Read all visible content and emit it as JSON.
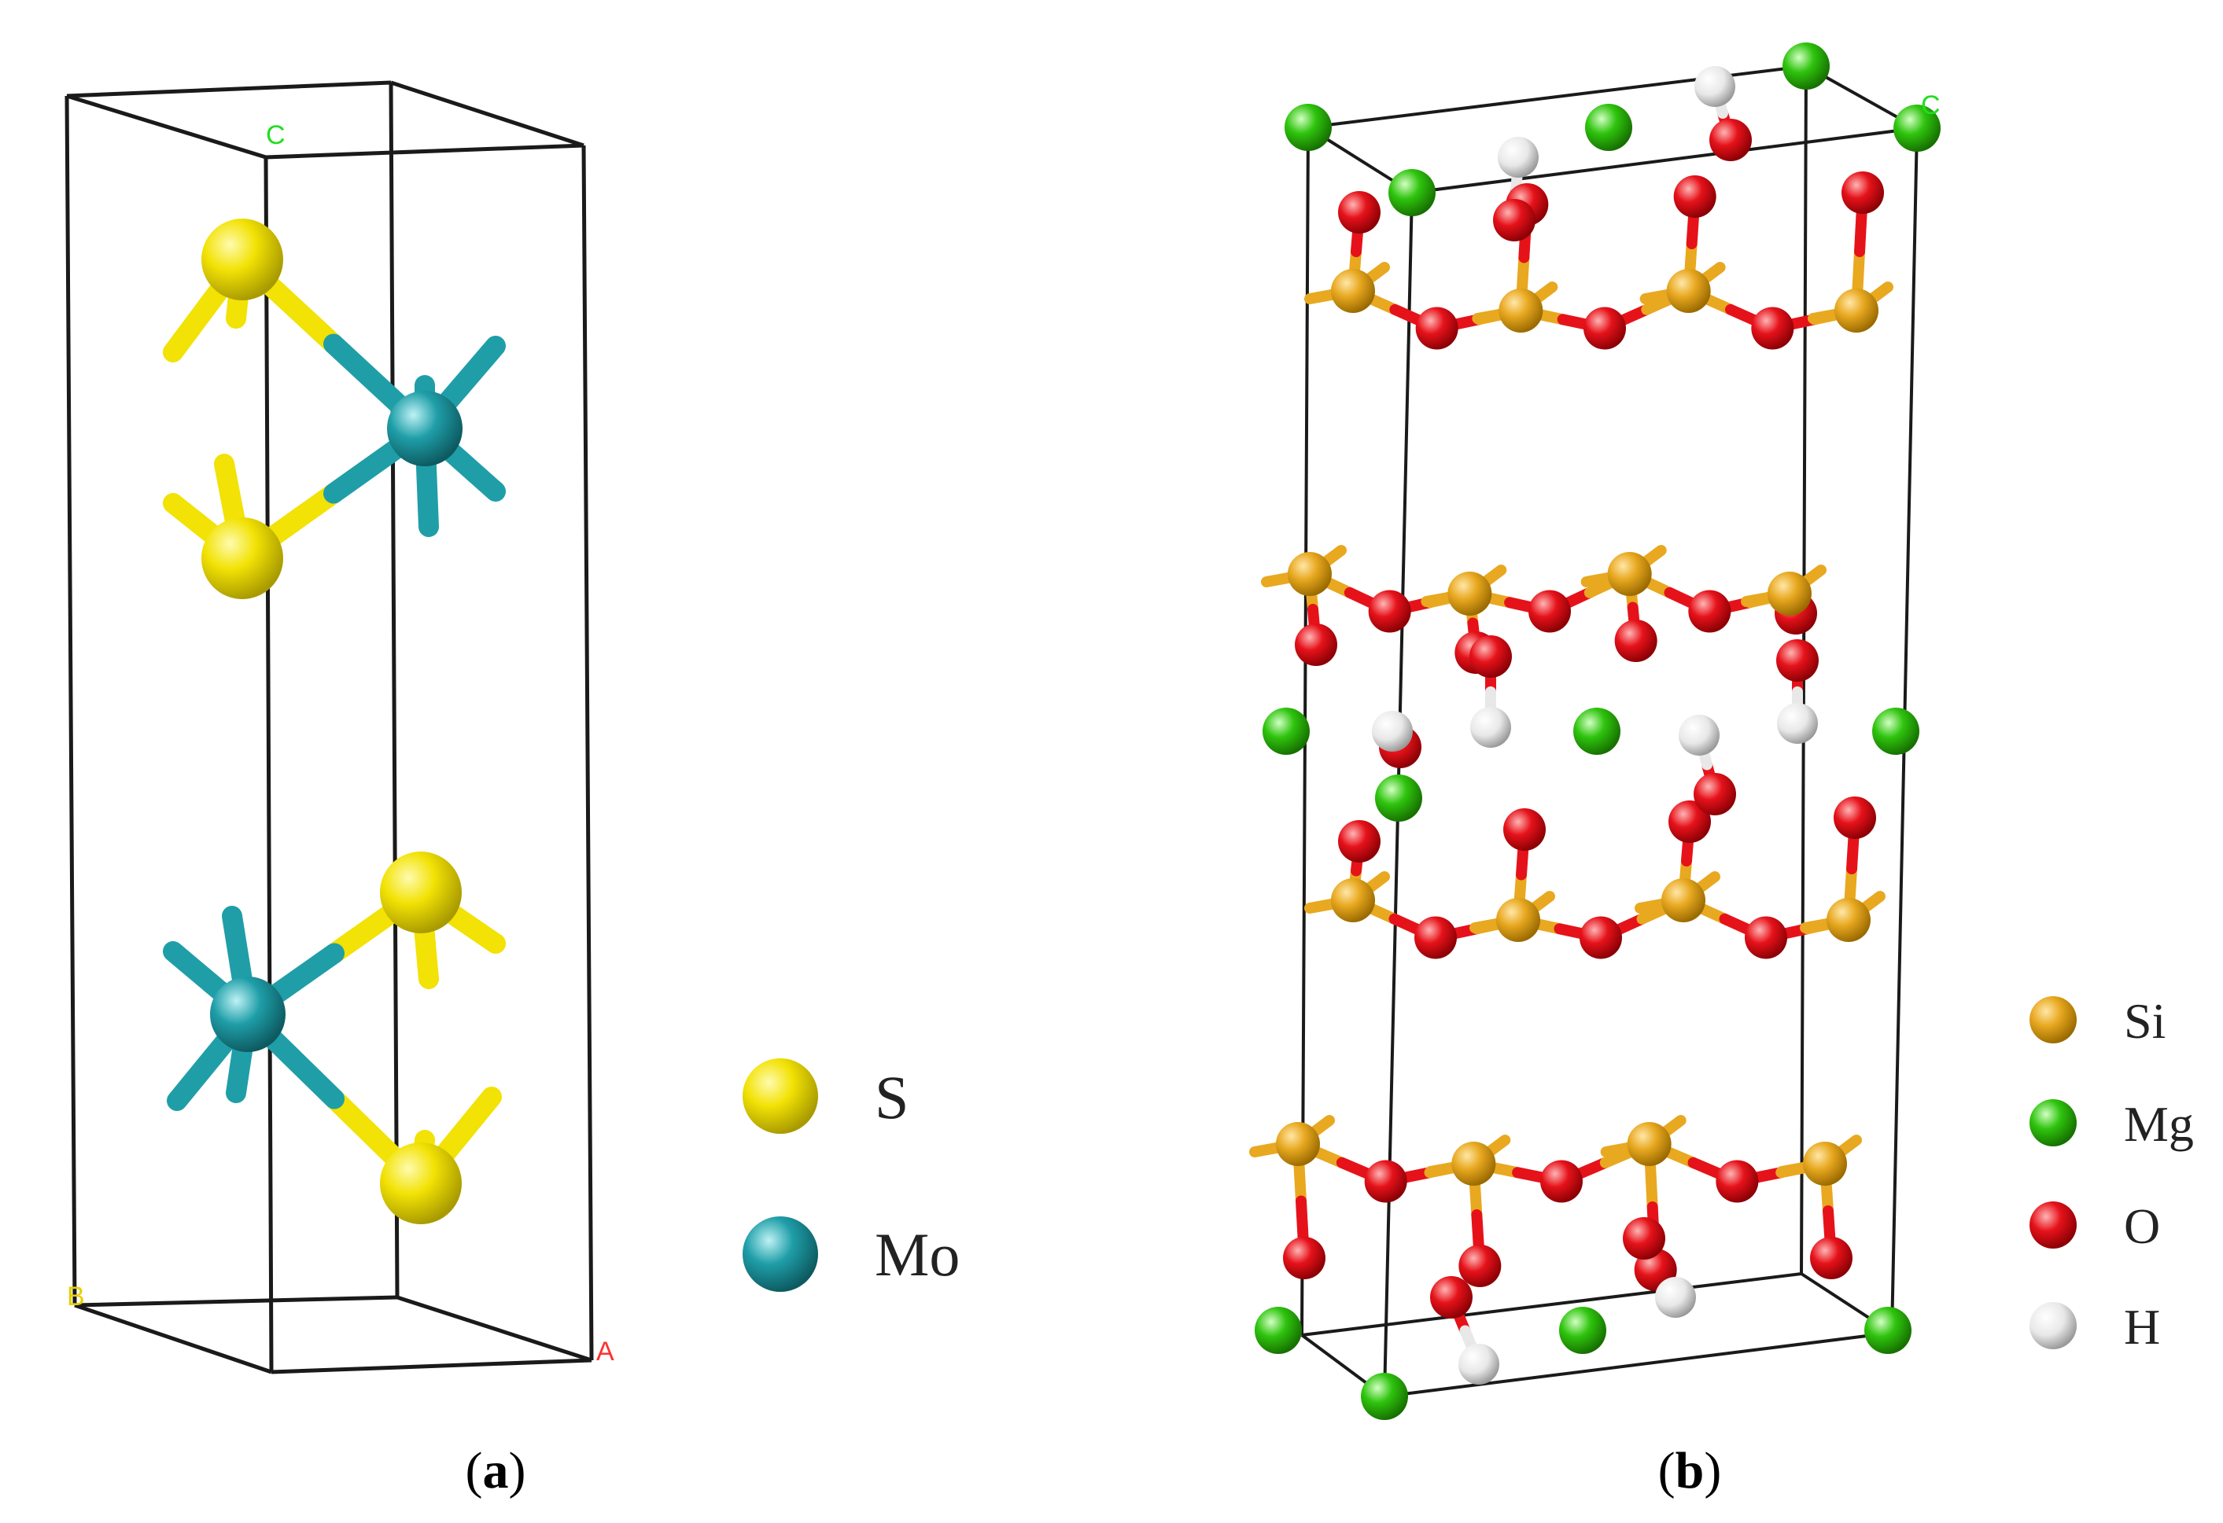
{
  "panel_a": {
    "axis_labels": {
      "a": "A",
      "b": "B",
      "c": "C"
    },
    "legend": [
      {
        "symbol": "S",
        "label": "S",
        "color": "#f2e205"
      },
      {
        "symbol": "Mo",
        "label": "Mo",
        "color": "#1f9ea8"
      }
    ],
    "caption": {
      "open": "(",
      "letter": "a",
      "close": ")"
    }
  },
  "panel_b": {
    "axis_labels": {
      "c": "C"
    },
    "legend": [
      {
        "symbol": "Si",
        "label": "Si",
        "color": "#e8a820"
      },
      {
        "symbol": "Mg",
        "label": "Mg",
        "color": "#2fc40e"
      },
      {
        "symbol": "O",
        "label": "O",
        "color": "#e6121a"
      },
      {
        "symbol": "H",
        "label": "H",
        "color": "#e8e8e8"
      }
    ],
    "caption": {
      "open": "(",
      "letter": "b",
      "close": ")"
    }
  },
  "colors": {
    "S": "#f2e205",
    "Mo": "#1f9ea8",
    "Si": "#e8a820",
    "Mg": "#2fc40e",
    "O": "#e6121a",
    "H": "#e8e8e8",
    "cell": "#1a1a1a",
    "axis_a": "#ff3030",
    "axis_b": "#e6d000",
    "axis_c": "#22dd22"
  }
}
